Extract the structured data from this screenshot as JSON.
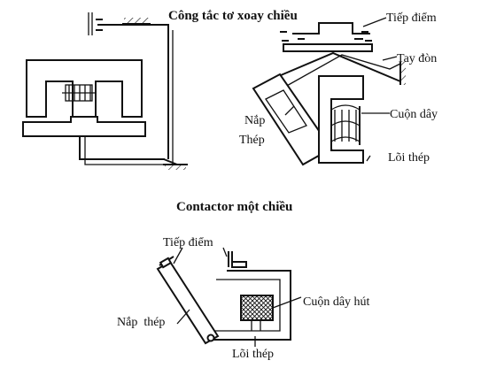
{
  "ac_contactor": {
    "title": "Công tắc tơ xoay chiều",
    "labels": {
      "contact": "Tiếp điểm",
      "lever": "Tay đòn",
      "cover": "Nắp",
      "cover_material": "Thép",
      "coil": "Cuộn dây",
      "core": "Lõi thép"
    }
  },
  "dc_contactor": {
    "title": "Contactor một chiều",
    "labels": {
      "contact": "Tiếp điểm",
      "coil": "Cuộn dây hút",
      "cover": "Nắp  thép",
      "core": "Lõi thép"
    }
  }
}
